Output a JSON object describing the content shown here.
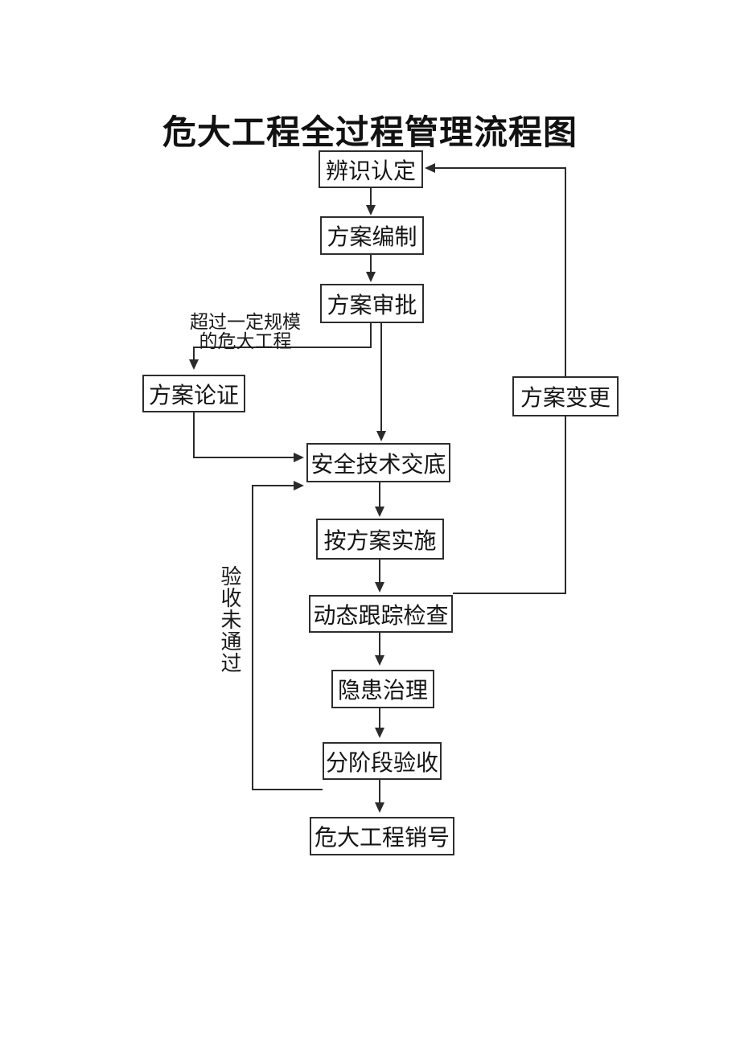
{
  "page": {
    "title": "危大工程全过程管理流程图"
  },
  "nodes": [
    {
      "id": "identify",
      "label": "辨识认定"
    },
    {
      "id": "plan-compile",
      "label": "方案编制"
    },
    {
      "id": "plan-approval",
      "label": "方案审批"
    },
    {
      "id": "plan-demonstration",
      "label": "方案论证"
    },
    {
      "id": "safety-disclosure",
      "label": "安全技术交底"
    },
    {
      "id": "implement",
      "label": "按方案实施"
    },
    {
      "id": "dynamic-inspection",
      "label": "动态跟踪检查"
    },
    {
      "id": "hazard-treatment",
      "label": "隐患治理"
    },
    {
      "id": "staged-acceptance",
      "label": "分阶段验收"
    },
    {
      "id": "project-closeout",
      "label": "危大工程销号"
    },
    {
      "id": "plan-change",
      "label": "方案变更"
    }
  ],
  "edge_labels": {
    "over_scale_line1": "超过一定规模",
    "over_scale_line2": "的危大工程",
    "acceptance_failed": "验收未通过"
  },
  "colors": {
    "line": "#2b2b2b",
    "border": "#2e2e2e",
    "text": "#111111",
    "background": "#ffffff"
  },
  "flow": {
    "main_sequence": [
      "辨识认定",
      "方案编制",
      "方案审批",
      "安全技术交底",
      "按方案实施",
      "动态跟踪检查",
      "隐患治理",
      "分阶段验收",
      "危大工程销号"
    ],
    "branches": [
      "方案审批 →(超过一定规模的危大工程)→ 方案论证 → 安全技术交底",
      "分阶段验收 →(验收未通过)→ 安全技术交底",
      "动态跟踪检查 → 方案变更 → 辨识认定"
    ]
  }
}
